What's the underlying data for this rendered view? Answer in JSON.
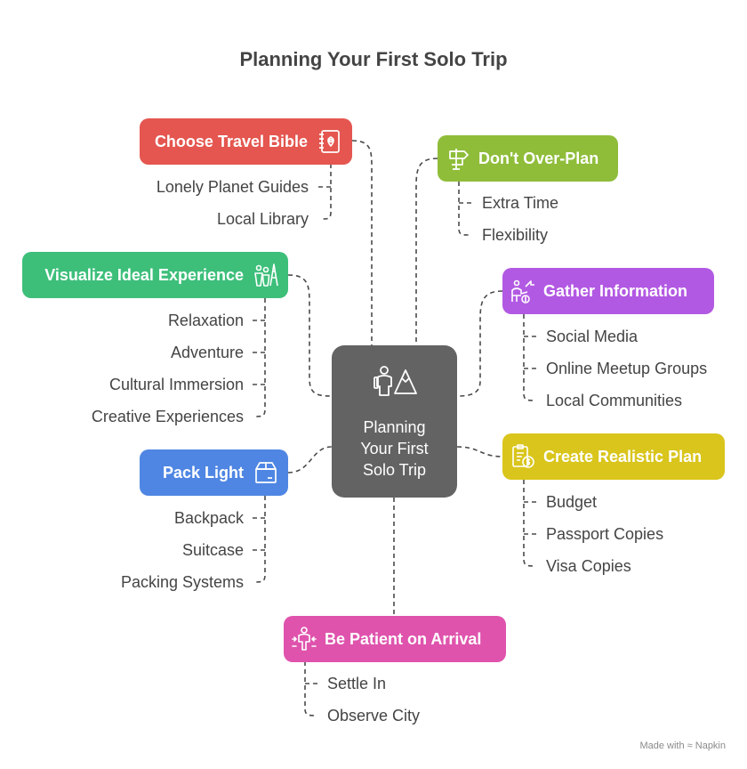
{
  "title": "Planning Your First Solo Trip",
  "center": {
    "label": "Planning Your First Solo Trip",
    "icon": "traveler-mountain-icon"
  },
  "branches": [
    {
      "label": "Choose Travel Bible",
      "icon": "map-book-icon",
      "color": "#e4564f",
      "items": [
        "Lonely Planet Guides",
        "Local Library"
      ]
    },
    {
      "label": "Don't Over-Plan",
      "icon": "signpost-icon",
      "color": "#8fbd3a",
      "items": [
        "Extra Time",
        "Flexibility"
      ]
    },
    {
      "label": "Visualize Ideal Experience",
      "icon": "people-landmark-icon",
      "color": "#3dbf7a",
      "items": [
        "Relaxation",
        "Adventure",
        "Cultural Immersion",
        "Creative Experiences"
      ]
    },
    {
      "label": "Gather Information",
      "icon": "presentation-icon",
      "color": "#b259e3",
      "items": [
        "Social Media",
        "Online Meetup Groups",
        "Local Communities"
      ]
    },
    {
      "label": "Pack Light",
      "icon": "box-icon",
      "color": "#4f86e3",
      "items": [
        "Backpack",
        "Suitcase",
        "Packing Systems"
      ]
    },
    {
      "label": "Create Realistic Plan",
      "icon": "budget-document-icon",
      "color": "#d9c51c",
      "items": [
        "Budget",
        "Passport Copies",
        "Visa Copies"
      ]
    },
    {
      "label": "Be Patient on Arrival",
      "icon": "person-waiting-icon",
      "color": "#df53ad",
      "items": [
        "Settle In",
        "Observe City"
      ]
    }
  ],
  "footer": "Made with ≈ Napkin"
}
